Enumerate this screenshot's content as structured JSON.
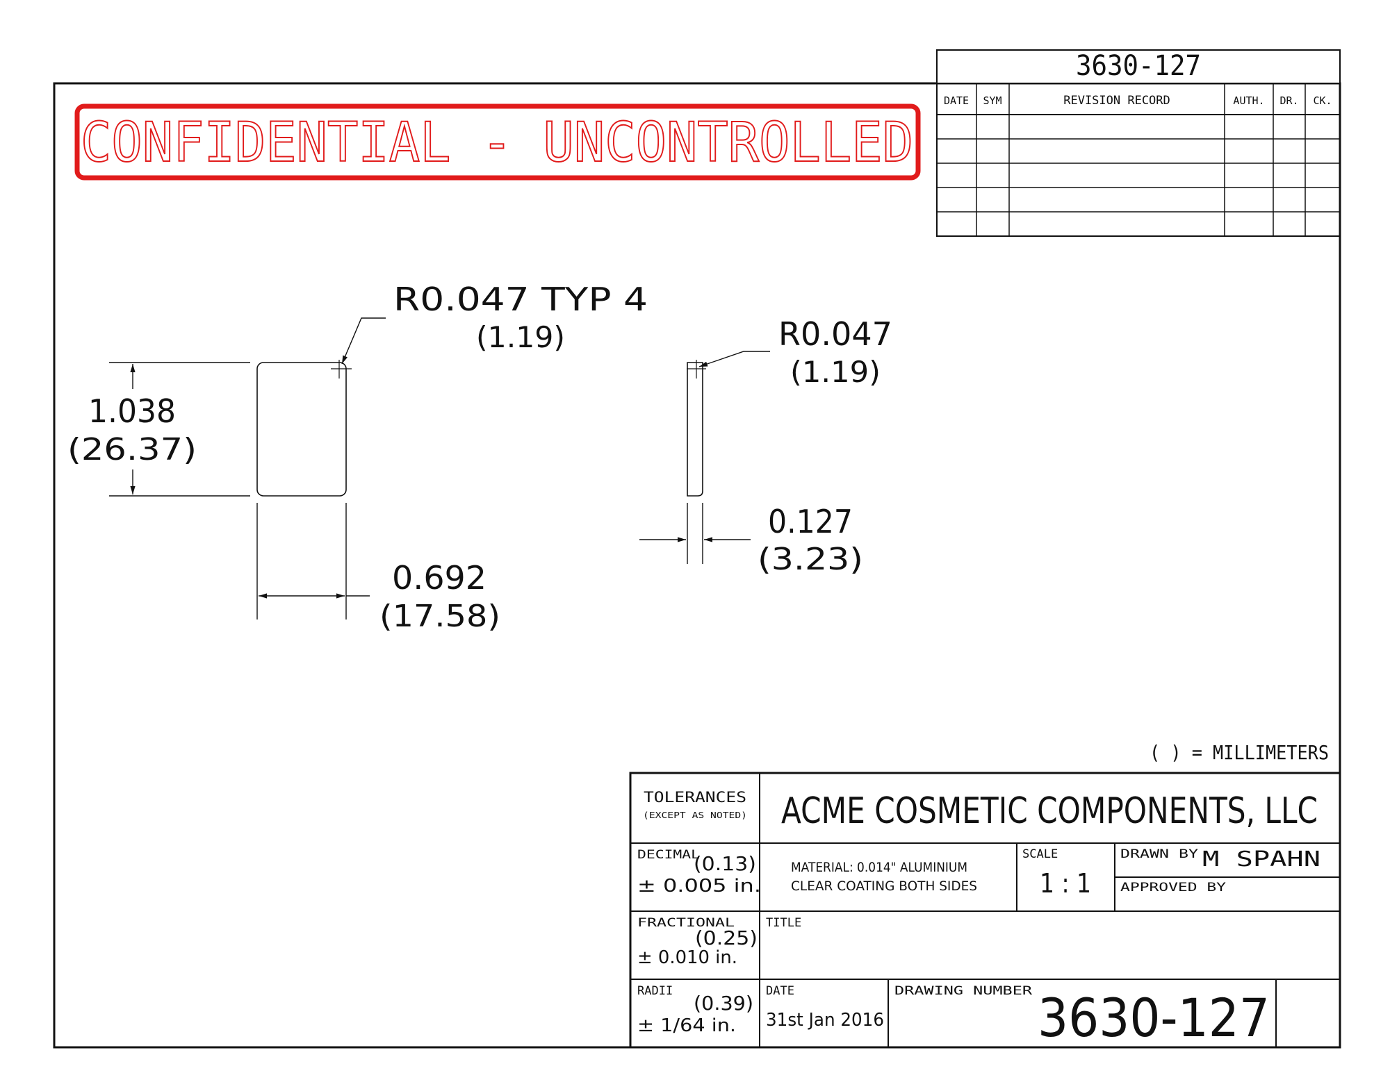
{
  "stamp": {
    "text": "CONFIDENTIAL - UNCONTROLLED",
    "color": "#e11b1b"
  },
  "header_number": "3630-127",
  "revision_table": {
    "columns": [
      "DATE",
      "SYM",
      "REVISION RECORD",
      "AUTH.",
      "DR.",
      "CK."
    ],
    "rows": 5
  },
  "dimensions": {
    "radius_typ": "R0.047 TYP 4",
    "radius_typ_mm": "(1.19)",
    "height": "1.038",
    "height_mm": "(26.37)",
    "width": "0.692",
    "width_mm": "(17.58)",
    "radius_side": "R0.047",
    "radius_side_mm": "(1.19)",
    "thickness": "0.127",
    "thickness_mm": "(3.23)"
  },
  "units_note": "( ) = MILLIMETERS",
  "title_block": {
    "tolerances_label": "TOLERANCES",
    "tolerances_note": "(EXCEPT AS NOTED)",
    "company": "ACME COSMETIC COMPONENTS, LLC",
    "decimal_label": "DECIMAL",
    "decimal_mm": "(0.13)",
    "decimal_value": "± 0.005 in.",
    "material_line1": "MATERIAL: 0.014\" ALUMINIUM",
    "material_line2": "CLEAR COATING BOTH SIDES",
    "scale_label": "SCALE",
    "scale_value": "1 : 1",
    "drawn_by_label": "DRAWN BY",
    "drawn_by_value": "M SPAHN",
    "approved_by_label": "APPROVED BY",
    "fractional_label": "FRACTIONAL",
    "fractional_mm": "(0.25)",
    "fractional_value": "± 0.010 in.",
    "title_label": "TITLE",
    "radii_label": "RADII",
    "radii_mm": "(0.39)",
    "radii_value": "± 1/64 in.",
    "date_label": "DATE",
    "date_value": "31st Jan 2016",
    "drawing_number_label": "DRAWING NUMBER",
    "drawing_number_value": "3630-127"
  }
}
